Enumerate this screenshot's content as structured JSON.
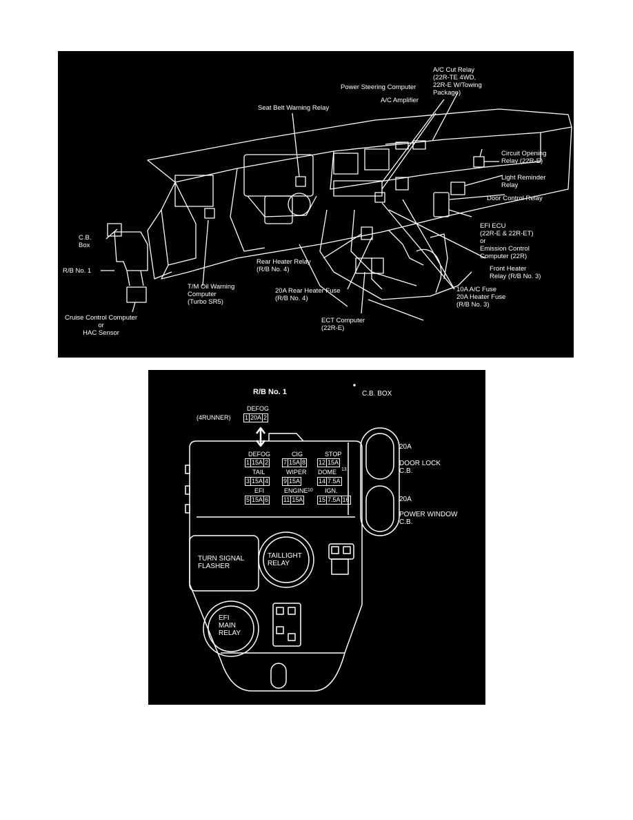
{
  "top_diagram": {
    "labels": {
      "ac_cut_relay": "A/C Cut Relay\n(22R-TE 4WD,\n22R-E W/Towing\nPackage)",
      "power_steering_computer": "Power Steering Computer",
      "ac_amplifier": "A/C Amplifier",
      "seat_belt_warning_relay": "Seat Belt Warning Relay",
      "circuit_opening_relay": "Circuit Opening\nRelay (22R-E)",
      "light_reminder_relay": "Light Reminder\nRelay",
      "door_control_relay": "Door Control Relay",
      "efi_ecu": "EFI ECU\n(22R-E & 22R-ET)\nor\nEmission Control\nComputer (22R)",
      "front_heater_relay": "Front Heater\nRelay (R/B No. 3)",
      "ac_fuse_heater_fuse": "10A A/C Fuse\n20A Heater Fuse\n(R/B No. 3)",
      "cb_box": "C.B.\nBox",
      "rb_no1": "R/B No. 1",
      "rear_heater_relay": "Rear Heater Relay\n(R/B No. 4)",
      "tm_oil_warning": "T/M Oil Warning\nComputer\n(Turbo SR5)",
      "rear_heater_fuse": "20A Rear Heater Fuse\n(R/B No. 4)",
      "ect_computer": "ECT Computer\n(22R-E)",
      "cruise_control": "Cruise Control Computer\nor\nHAC Sensor"
    }
  },
  "bottom_diagram": {
    "title": "R/B No. 1",
    "cb_box_title": "C.B. BOX",
    "defog_top": {
      "label": "DEFOG",
      "prefix": "(4RUNNER)",
      "pins": [
        "1",
        "20A",
        "2"
      ]
    },
    "fuses": [
      {
        "name": "DEFOG",
        "pins": [
          "1",
          "15A",
          "2"
        ]
      },
      {
        "name": "CIG",
        "pins": [
          "7",
          "15A",
          "8"
        ]
      },
      {
        "name": "STOP",
        "pins": [
          "12",
          "15A"
        ]
      },
      {
        "name": "TAIL",
        "pins": [
          "3",
          "15A",
          "4"
        ]
      },
      {
        "name": "WIPER",
        "pins": [
          "9",
          "15A"
        ]
      },
      {
        "name": "DOME",
        "pins": [
          "14",
          "7.5A"
        ]
      },
      {
        "name": "EFI",
        "pins": [
          "5",
          "15A",
          "6"
        ]
      },
      {
        "name": "ENGINE",
        "pins": [
          "11",
          "15A"
        ]
      },
      {
        "name": "IGN.",
        "pins": [
          "15",
          "7.5A",
          "16"
        ]
      }
    ],
    "pin_13": "13",
    "pin_10": "10",
    "cb_door_lock": {
      "amp": "20A",
      "name": "DOOR LOCK\nC.B."
    },
    "cb_power_window": {
      "amp": "20A",
      "name": "POWER WINDOW\nC.B."
    },
    "turn_signal_flasher": "TURN SIGNAL\nFLASHER",
    "taillight_relay": "TAILLIGHT\nRELAY",
    "efi_main_relay": "EFI\nMAIN\nRELAY"
  }
}
